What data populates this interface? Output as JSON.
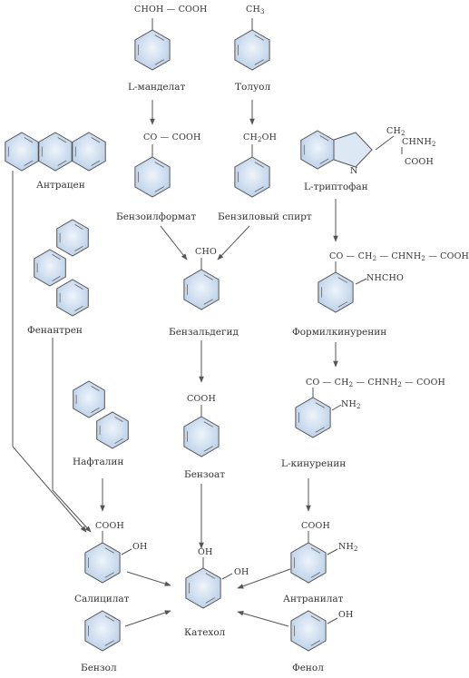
{
  "compounds": {
    "mandelate": {
      "name": "L-манделат",
      "formula": "CHOH — COOH"
    },
    "toluene": {
      "name": "Толуол",
      "formula": "CH3"
    },
    "anthracene": {
      "name": "Антрацен"
    },
    "benzoylformate": {
      "name": "Бензоилформат",
      "formula": "CO — COOH"
    },
    "benzylalcohol": {
      "name": "Бензиловый спирт",
      "formula": "CH2OH"
    },
    "tryptophan": {
      "name": "L-триптофан",
      "side_top": "CH2",
      "side_mid": "CHNH2",
      "side_bot": "COOH",
      "ring_n": "N"
    },
    "phenanthrene": {
      "name": "Фенантрен"
    },
    "benzaldehyde": {
      "name": "Бензальдегид",
      "formula": "CHO"
    },
    "formylkynurenine": {
      "name": "Формилкинуренин",
      "chain": "CO — CH2 — CHNH2 — COOH",
      "sub": "NHCHO"
    },
    "naphthalene": {
      "name": "Нафталин"
    },
    "benzoate": {
      "name": "Бензоат",
      "formula": "COOH"
    },
    "kynurenine": {
      "name": "L-кинуренин",
      "chain": "CO — CH2 — CHNH2 — COOH",
      "sub": "NH2"
    },
    "salicylate": {
      "name": "Салицилат",
      "cooh": "COOH",
      "oh": "OH"
    },
    "anthranilate": {
      "name": "Антранилат",
      "cooh": "COOH",
      "nh2": "NH2"
    },
    "catechol": {
      "name": "Катехол",
      "oh1": "OH",
      "oh2": "OH"
    },
    "benzene": {
      "name": "Бензол"
    },
    "phenol": {
      "name": "Фенол",
      "oh": "OH"
    }
  },
  "colors": {
    "ring_fill": "#c9dbee",
    "line": "#555555",
    "text": "#333333"
  }
}
